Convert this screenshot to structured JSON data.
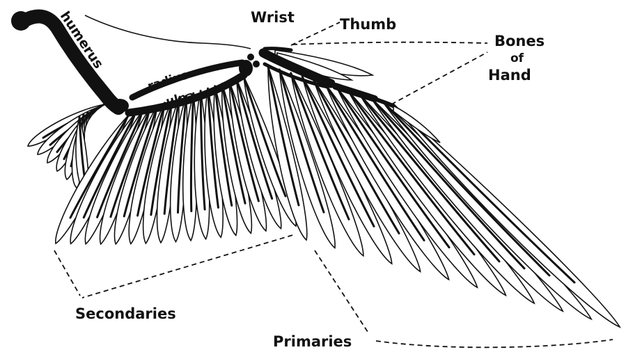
{
  "labels": {
    "humerus": "humerus",
    "radius": "radius",
    "ulna": "ulna",
    "wrist": "Wrist",
    "thumb": "Thumb",
    "bones_line1": "Bones",
    "bones_line2": "of",
    "bones_line3": "Hand",
    "secondaries": "Secondaries",
    "primaries": "Primaries"
  },
  "colors": {
    "ink": "#111111",
    "paper": "#ffffff"
  }
}
